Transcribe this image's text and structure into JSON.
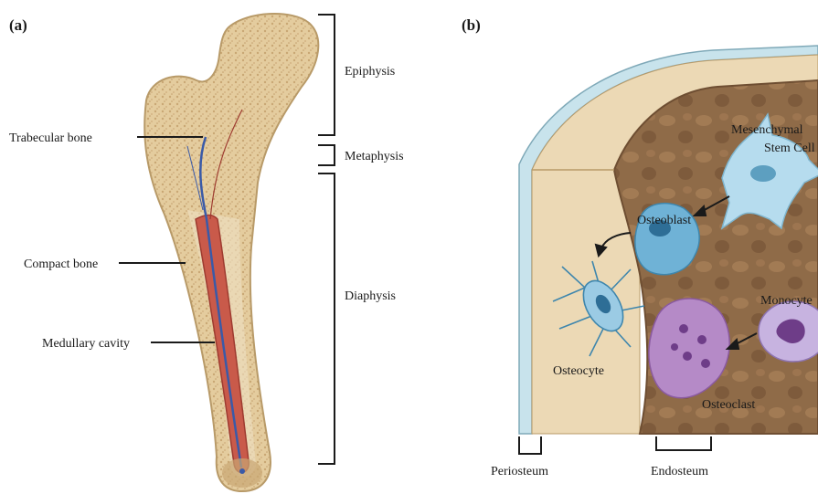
{
  "panel_a": {
    "tag": "(a)",
    "labels": {
      "trabecular": "Trabecular bone",
      "compact": "Compact bone",
      "medullary": "Medullary cavity"
    },
    "regions": {
      "epiphysis": "Epiphysis",
      "metaphysis": "Metaphysis",
      "diaphysis": "Diaphysis"
    }
  },
  "panel_b": {
    "tag": "(b)",
    "cells": {
      "msc_line1": "Mesenchymal",
      "msc_line2": "Stem Cell",
      "osteoblast": "Osteoblast",
      "osteocyte": "Osteocyte",
      "monocyte": "Monocyte",
      "osteoclast": "Osteoclast"
    },
    "layers": {
      "periosteum": "Periosteum",
      "endosteum": "Endosteum"
    }
  },
  "colors": {
    "bone_cream": "#ecd9b5",
    "bone_outline": "#b89a68",
    "marrow_red": "#c95a4a",
    "marrow_dark": "#9e3b30",
    "vessel_blue": "#3a5aa8",
    "periosteum_blue": "#c8e3ec",
    "trabecular_brown": "#8a6a4a",
    "osteoblast_blue": "#6fb2d6",
    "msc_blue": "#b6dcee",
    "osteoclast_purple": "#b58ac7",
    "monocyte_purple": "#c7b3e0"
  }
}
